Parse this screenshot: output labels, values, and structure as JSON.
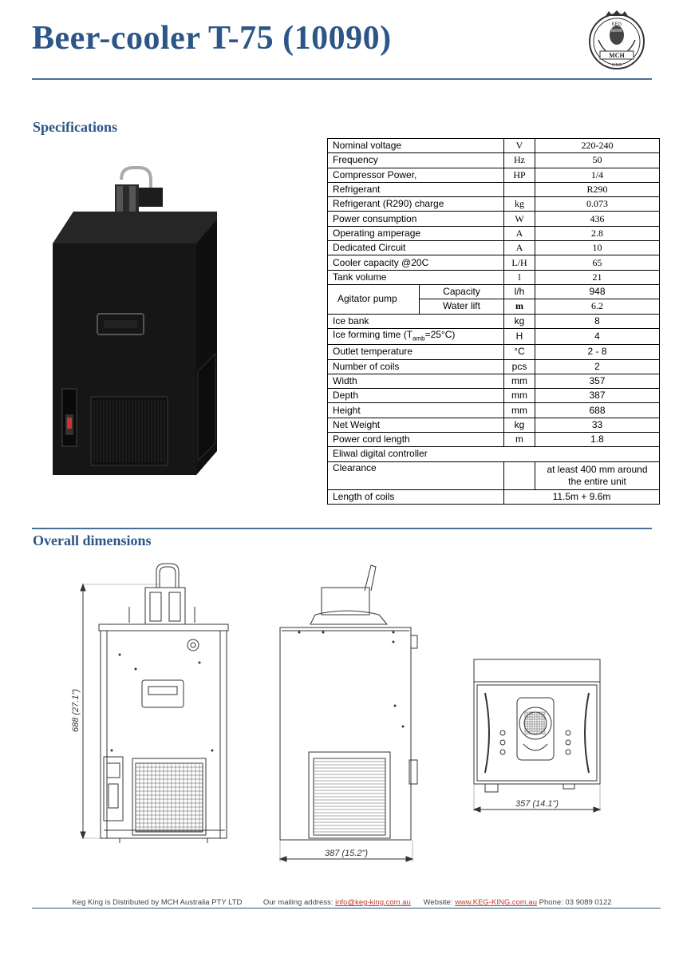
{
  "header": {
    "title": "Beer-cooler T-75 (10090)",
    "logo_text": "MCH",
    "logo_top": "KEG",
    "logo_bottom": "KING"
  },
  "sections": {
    "specifications": "Specifications",
    "dimensions": "Overall dimensions"
  },
  "specs": [
    {
      "param": "Nominal voltage",
      "unit": "V",
      "value": "220-240"
    },
    {
      "param": "Frequency",
      "unit": "Hz",
      "value": "50"
    },
    {
      "param": "Compressor Power,",
      "unit": "HP",
      "value": "1/4"
    },
    {
      "param": "Refrigerant",
      "unit": "",
      "value": "R290"
    },
    {
      "param": "Refrigerant (R290) charge",
      "unit": "kg",
      "value": "0.073"
    },
    {
      "param": "Power consumption",
      "unit": "W",
      "value": "436"
    },
    {
      "param": "Operating amperage",
      "unit": "A",
      "value": "2.8"
    },
    {
      "param": "Dedicated Circuit",
      "unit": "A",
      "value": "10"
    },
    {
      "param": "Cooler capacity @20C",
      "unit": "L/H",
      "value": "65"
    },
    {
      "param": "Tank volume",
      "unit": "l",
      "value": "21"
    }
  ],
  "agitator": {
    "label": "Agitator pump",
    "capacity_label": "Capacity",
    "capacity_unit": "l/h",
    "capacity_value": "948",
    "lift_label": "Water lift",
    "lift_unit": "m",
    "lift_value": "6.2"
  },
  "specs2": [
    {
      "param": "Ice bank",
      "unit": "kg",
      "value": "8"
    },
    {
      "param_pre": "Ice forming time (T",
      "param_sub": "amb",
      "param_post": "=25°C)",
      "unit": "H",
      "value": "4"
    },
    {
      "param": "Outlet temperature",
      "unit": "°C",
      "value": "2 - 8"
    },
    {
      "param": "Number of coils",
      "unit": "pcs",
      "value": "2"
    },
    {
      "param": "Width",
      "unit": "mm",
      "value": "357"
    },
    {
      "param": "Depth",
      "unit": "mm",
      "value": "387"
    },
    {
      "param": "Height",
      "unit": "mm",
      "value": "688"
    },
    {
      "param": "Net Weight",
      "unit": "kg",
      "value": "33"
    },
    {
      "param": "Power cord length",
      "unit": "m",
      "value": "1.8"
    }
  ],
  "controller": "Eliwal digital controller",
  "clearance": {
    "param": "Clearance",
    "value_line1": "at least 400 mm around",
    "value_line2": "the entire unit"
  },
  "coils": {
    "param": "Length of coils",
    "value": "11.5m + 9.6m"
  },
  "dimensions": {
    "height_label": "688 (27.1\")",
    "depth_label": "387 (15.2\")",
    "width_label": "357 (14.1\")"
  },
  "footer": {
    "distributor": "Keg King is Distributed by MCH Australia PTY LTD",
    "mailing_label": "Our mailing address:",
    "email": "info@keg-king.com.au",
    "website_label": "Website:",
    "website": "www.KEG-KING.com.au",
    "phone_label": "Phone:",
    "phone": "03 9089 0122"
  }
}
